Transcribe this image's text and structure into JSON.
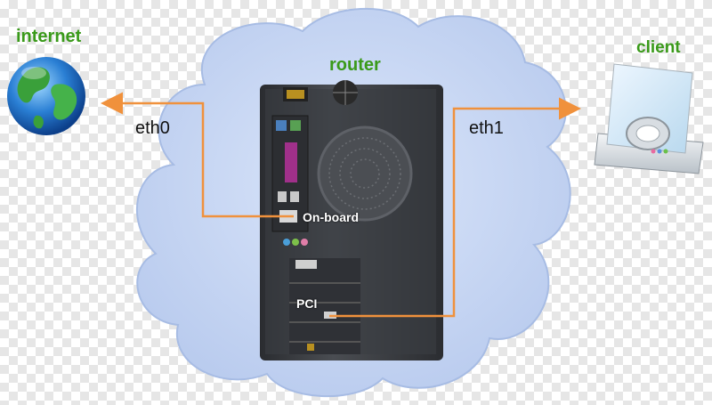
{
  "nodes": {
    "internet": {
      "label": "internet",
      "icon": "globe-icon"
    },
    "router": {
      "label": "router",
      "icon": "pc-tower-icon"
    },
    "client": {
      "label": "client",
      "icon": "client-computer-icon"
    }
  },
  "links": {
    "eth0": {
      "label": "eth0",
      "port": "On-board"
    },
    "eth1": {
      "label": "eth1",
      "port": "PCI"
    }
  },
  "colors": {
    "cloud": "#c6d6f2",
    "cloud_edge": "#a7bce4",
    "link": "#f0913c",
    "label_green": "#3a9a1a"
  }
}
